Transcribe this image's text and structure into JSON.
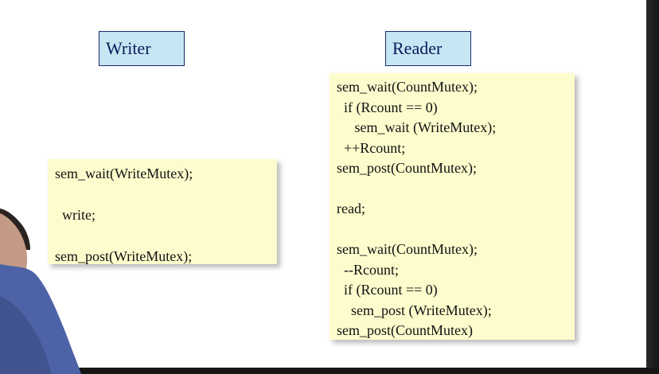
{
  "writer": {
    "title": "Writer",
    "code_lines": [
      "sem_wait(WriteMutex);",
      "",
      "  write;",
      "",
      "sem_post(WriteMutex);"
    ]
  },
  "reader": {
    "title": "Reader",
    "code_lines": [
      "sem_wait(CountMutex);",
      "  if (Rcount == 0)",
      "     sem_wait (WriteMutex);",
      "  ++Rcount;",
      "sem_post(CountMutex);",
      "",
      "read;",
      "",
      "sem_wait(CountMutex);",
      "  --Rcount;",
      "  if (Rcount == 0)",
      "    sem_post (WriteMutex);",
      "sem_post(CountMutex)"
    ]
  },
  "colors": {
    "title_box_bg": "#c6e6f4",
    "title_text": "#0b1a5a",
    "code_box_bg": "#fdfccd"
  }
}
